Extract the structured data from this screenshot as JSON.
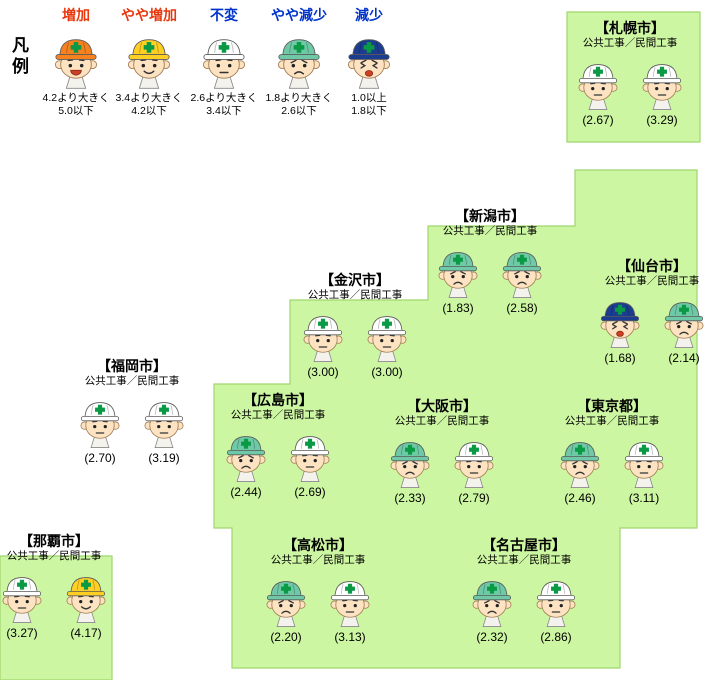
{
  "map": {
    "fill": "#cdf6a2",
    "stroke": "#9fd66f"
  },
  "legend": {
    "title": "凡例",
    "items": [
      {
        "id": "increase",
        "label": "増加",
        "label_color": "#e8380d",
        "helmet_color": "#f5821f",
        "expression": "big-smile",
        "range_line1": "4.2より大きく",
        "range_line2": "5.0以下"
      },
      {
        "id": "slight-increase",
        "label": "やや増加",
        "label_color": "#e8380d",
        "helmet_color": "#ffcf24",
        "expression": "smile",
        "range_line1": "3.4より大きく",
        "range_line2": "4.2以下"
      },
      {
        "id": "no-change",
        "label": "不変",
        "label_color": "#0033cc",
        "helmet_color": "#ffffff",
        "expression": "neutral",
        "range_line1": "2.6より大きく",
        "range_line2": "3.4以下"
      },
      {
        "id": "slight-decrease",
        "label": "やや減少",
        "label_color": "#0033cc",
        "helmet_color": "#6fc9a6",
        "expression": "frown",
        "range_line1": "1.8より大きく",
        "range_line2": "2.6以下"
      },
      {
        "id": "decrease",
        "label": "減少",
        "label_color": "#0033cc",
        "helmet_color": "#1c3d8f",
        "expression": "cry",
        "range_line1": "1.0以上",
        "range_line2": "1.8以下"
      }
    ]
  },
  "labels": {
    "works_label": "公共工事／民間工事"
  },
  "cities": [
    {
      "id": "sapporo",
      "name": "【札幌市】",
      "public_value": "(2.67)",
      "private_value": "(3.29)",
      "public_helmet": "#ffffff",
      "public_expression": "neutral",
      "private_helmet": "#ffffff",
      "private_expression": "neutral"
    },
    {
      "id": "niigata",
      "name": "【新潟市】",
      "public_value": "(1.83)",
      "private_value": "(2.58)",
      "public_helmet": "#6fc9a6",
      "public_expression": "frown",
      "private_helmet": "#6fc9a6",
      "private_expression": "frown"
    },
    {
      "id": "sendai",
      "name": "【仙台市】",
      "public_value": "(1.68)",
      "private_value": "(2.14)",
      "public_helmet": "#1c3d8f",
      "public_expression": "cry",
      "private_helmet": "#6fc9a6",
      "private_expression": "frown"
    },
    {
      "id": "kanazawa",
      "name": "【金沢市】",
      "public_value": "(3.00)",
      "private_value": "(3.00)",
      "public_helmet": "#ffffff",
      "public_expression": "neutral",
      "private_helmet": "#ffffff",
      "private_expression": "neutral"
    },
    {
      "id": "fukuoka",
      "name": "【福岡市】",
      "public_value": "(2.70)",
      "private_value": "(3.19)",
      "public_helmet": "#ffffff",
      "public_expression": "neutral",
      "private_helmet": "#ffffff",
      "private_expression": "neutral"
    },
    {
      "id": "hiroshima",
      "name": "【広島市】",
      "public_value": "(2.44)",
      "private_value": "(2.69)",
      "public_helmet": "#6fc9a6",
      "public_expression": "frown",
      "private_helmet": "#ffffff",
      "private_expression": "neutral"
    },
    {
      "id": "osaka",
      "name": "【大阪市】",
      "public_value": "(2.33)",
      "private_value": "(2.79)",
      "public_helmet": "#6fc9a6",
      "public_expression": "frown",
      "private_helmet": "#ffffff",
      "private_expression": "neutral"
    },
    {
      "id": "tokyo",
      "name": "【東京都】",
      "public_value": "(2.46)",
      "private_value": "(3.11)",
      "public_helmet": "#6fc9a6",
      "public_expression": "frown",
      "private_helmet": "#ffffff",
      "private_expression": "neutral"
    },
    {
      "id": "naha",
      "name": "【那覇市】",
      "public_value": "(3.27)",
      "private_value": "(4.17)",
      "public_helmet": "#ffffff",
      "public_expression": "neutral",
      "private_helmet": "#ffcf24",
      "private_expression": "smile"
    },
    {
      "id": "takamatsu",
      "name": "【高松市】",
      "public_value": "(2.20)",
      "private_value": "(3.13)",
      "public_helmet": "#6fc9a6",
      "public_expression": "frown",
      "private_helmet": "#ffffff",
      "private_expression": "neutral"
    },
    {
      "id": "nagoya",
      "name": "【名古屋市】",
      "public_value": "(2.32)",
      "private_value": "(2.86)",
      "public_helmet": "#6fc9a6",
      "public_expression": "frown",
      "private_helmet": "#ffffff",
      "private_expression": "neutral"
    }
  ],
  "chart_data": {
    "type": "table",
    "title": "",
    "categories": [
      "札幌市",
      "新潟市",
      "仙台市",
      "金沢市",
      "福岡市",
      "広島市",
      "大阪市",
      "東京都",
      "那覇市",
      "高松市",
      "名古屋市"
    ],
    "series": [
      {
        "name": "公共工事",
        "values": [
          2.67,
          1.83,
          1.68,
          3.0,
          2.7,
          2.44,
          2.33,
          2.46,
          3.27,
          2.2,
          2.32
        ]
      },
      {
        "name": "民間工事",
        "values": [
          3.29,
          2.58,
          2.14,
          3.0,
          3.19,
          2.69,
          2.79,
          3.11,
          4.17,
          3.13,
          2.86
        ]
      }
    ],
    "legend_bins": [
      {
        "label": "増加",
        "range": "4.2より大きく 5.0以下"
      },
      {
        "label": "やや増加",
        "range": "3.4より大きく 4.2以下"
      },
      {
        "label": "不変",
        "range": "2.6より大きく 3.4以下"
      },
      {
        "label": "やや減少",
        "range": "1.8より大きく 2.6以下"
      },
      {
        "label": "減少",
        "range": "1.0以上 1.8以下"
      }
    ],
    "layout": "icon map of Japan, two worker icons per city (public/private), helmet color encodes bin"
  }
}
